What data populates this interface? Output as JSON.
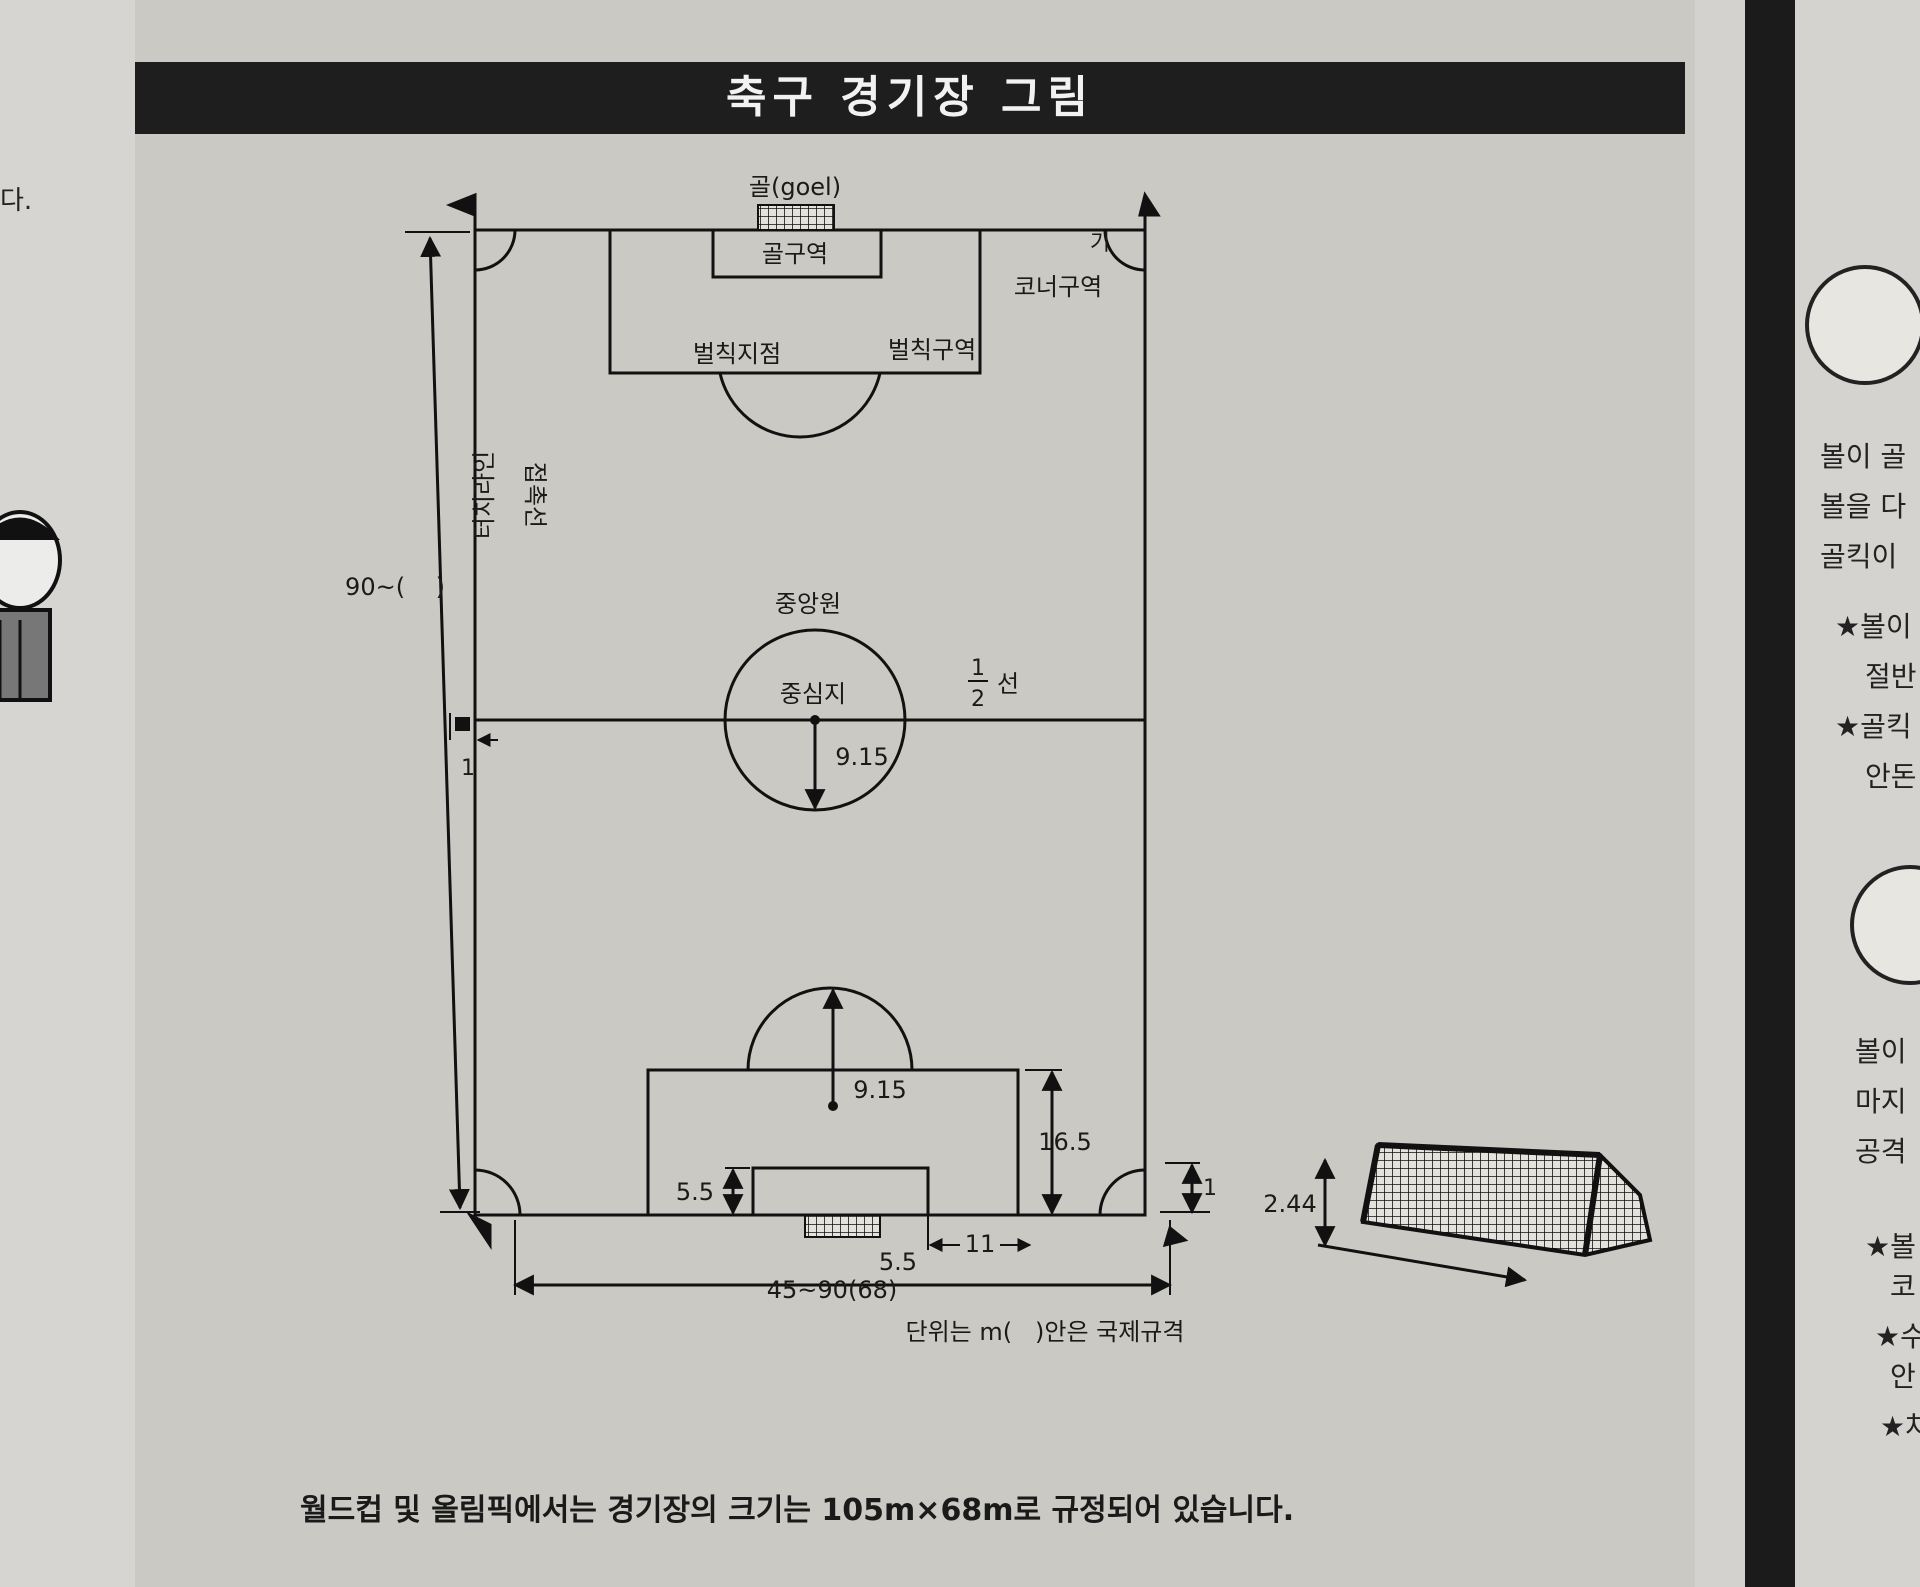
{
  "title": "축구 경기장 그림",
  "labels": {
    "goal": "골(goel)",
    "goal_area": "골구역",
    "penalty_spot": "벌칙지점",
    "penalty_area": "벌칙구역",
    "corner_area": "코너구역",
    "flag": "기",
    "touchline": "터치라인",
    "touchline_alt": "접촉선",
    "length": "90~(    )",
    "center_circle": "중앙원",
    "center_spot": "중심지",
    "half_num": "1",
    "half_den": "2",
    "half_line": "선",
    "mark_1_left": "1",
    "radius_center": "9.15",
    "radius_penalty": "9.15",
    "penalty_depth": "16.5",
    "goal_area_depth": "5.5",
    "goal_area_side": "5.5",
    "penalty_mark_dist": "11",
    "corner_radius": "1",
    "goal_height": "2.44",
    "width": "45~90(68)",
    "unit_note": "단위는 m(   )안은 국제규격"
  },
  "footer": "월드컵 및 올림픽에서는 경기장의 크기는 105m×68m로 규정되어 있습니다.",
  "left_page": [
    "다."
  ],
  "right_page": {
    "lines_top": [
      "볼이 골",
      "볼을 다",
      "골킥이"
    ],
    "lines_star": [
      "★볼이",
      "절반",
      "★골킥",
      "안돈"
    ],
    "lines_mid": [
      "볼이",
      "마지",
      "공격"
    ],
    "lines_bottom": [
      "★볼",
      "코",
      "★수",
      "안",
      "★차"
    ]
  }
}
